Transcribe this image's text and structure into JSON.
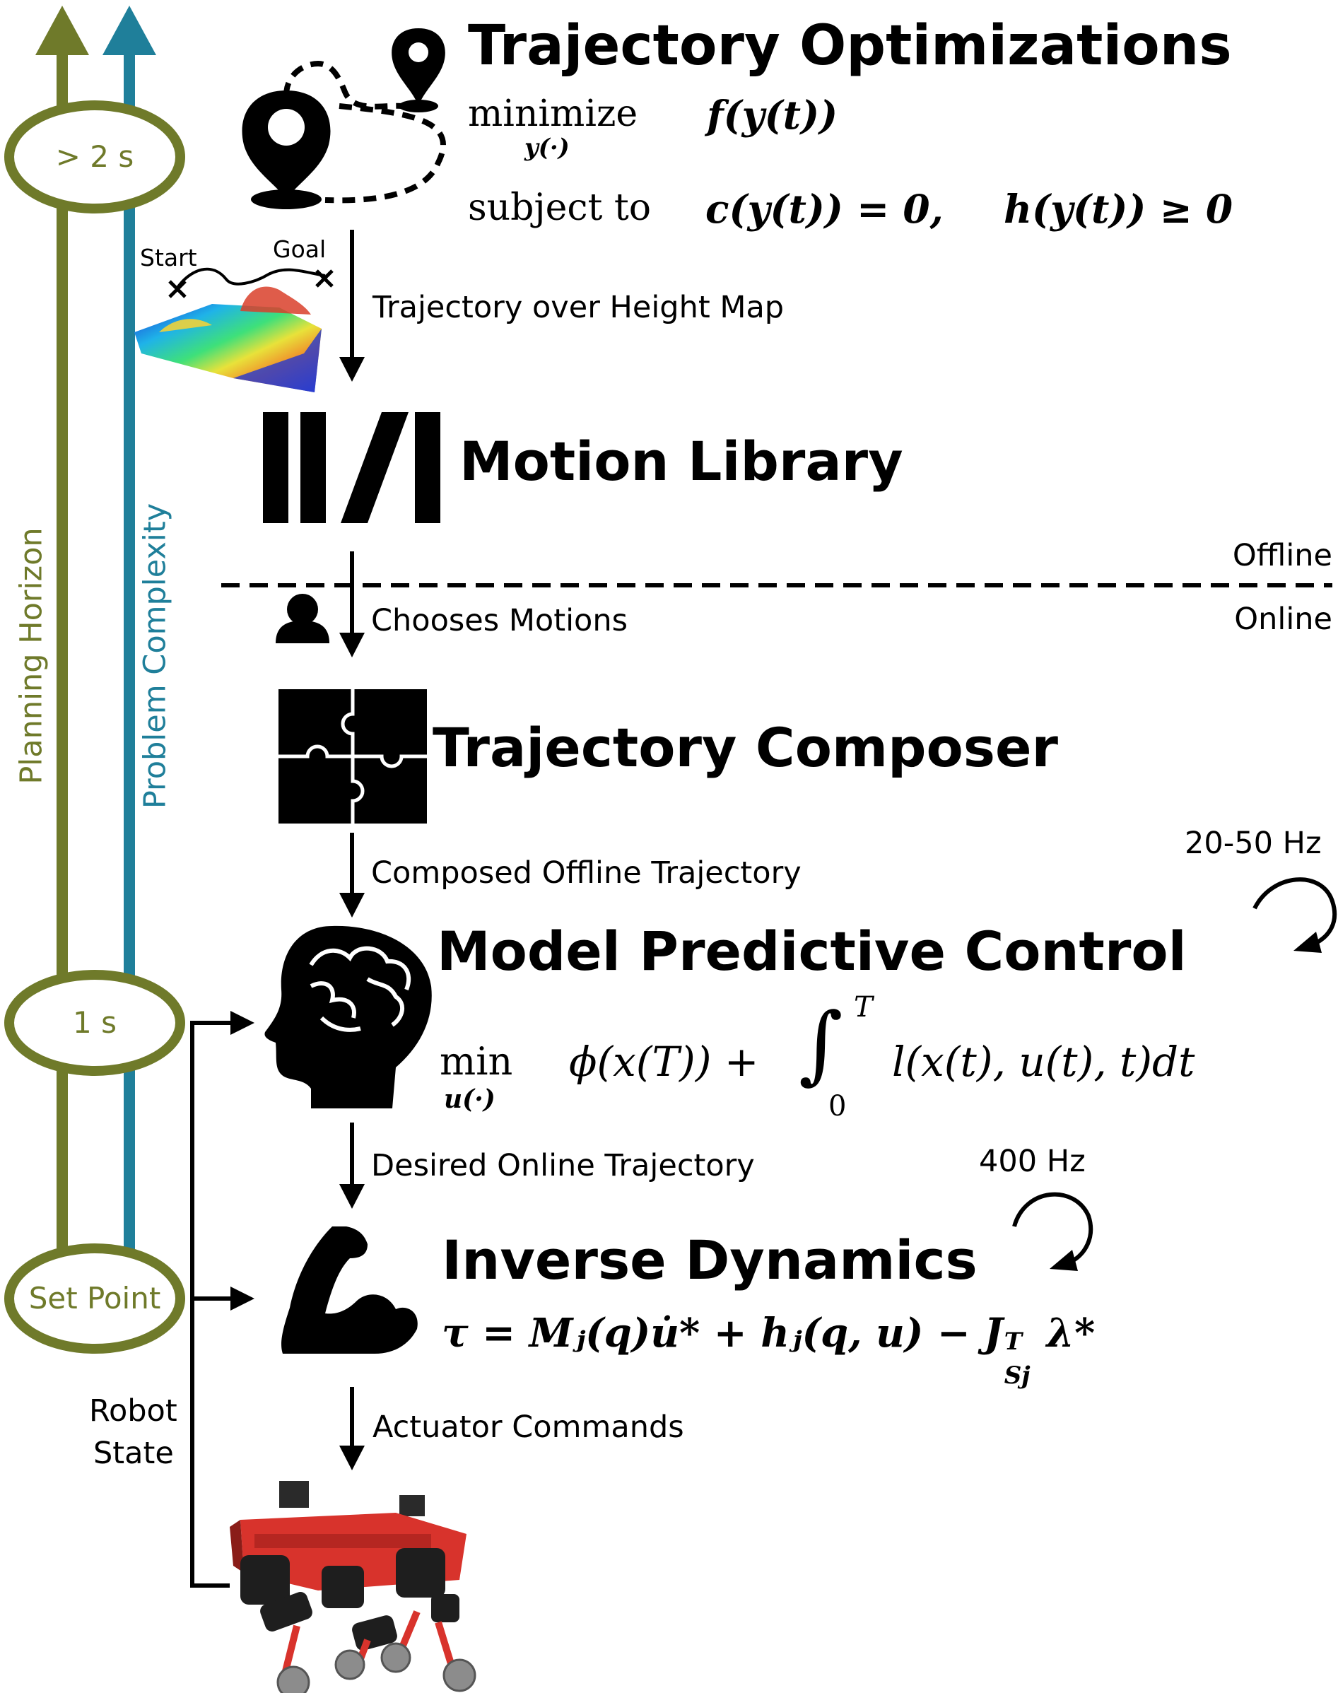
{
  "colors": {
    "olive": "#6f7a2a",
    "teal": "#1f7f9a",
    "black": "#000000",
    "robot_red": "#d8332c"
  },
  "axes": {
    "planning_horizon": "Planning Horizon",
    "problem_complexity": "Problem Complexity",
    "milestones": [
      "> 2 s",
      "1 s",
      "Set Point"
    ]
  },
  "stages": {
    "traj_opt": {
      "title": "Trajectory Optimizations",
      "minimize": "minimize",
      "min_var": "y(·)",
      "objective": "f(y(t))",
      "subject_to": "subject to",
      "eq_constraint": "c(y(t)) = 0,",
      "ineq_constraint": "h(y(t)) ≥ 0"
    },
    "height_map": {
      "start": "Start",
      "goal": "Goal"
    },
    "motion_library": {
      "title": "Motion Library"
    },
    "split": {
      "offline": "Offline",
      "online": "Online"
    },
    "composer": {
      "title": "Trajectory Composer"
    },
    "mpc": {
      "title": "Model Predictive Control",
      "rate": "20-50 Hz",
      "min": "min",
      "min_var": "u(·)",
      "terminal": "ϕ(x(T)) +",
      "upper": "T",
      "lower": "0",
      "running": "l(x(t), u(t), t)dt"
    },
    "inverse_dynamics": {
      "title": "Inverse Dynamics",
      "rate": "400 Hz",
      "equation": "τ = Mⱼ(q)u̇* + hⱼ(q, u) − J",
      "eq_sup": "T",
      "eq_sub": "Sj",
      "eq_tail": "λ*"
    }
  },
  "arrows": {
    "a1": "Trajectory over Height Map",
    "a2": "Chooses Motions",
    "a3": "Composed Offline Trajectory",
    "a4": "Desired Online Trajectory",
    "a5": "Actuator Commands"
  },
  "feedback": {
    "line1": "Robot",
    "line2": "State"
  }
}
